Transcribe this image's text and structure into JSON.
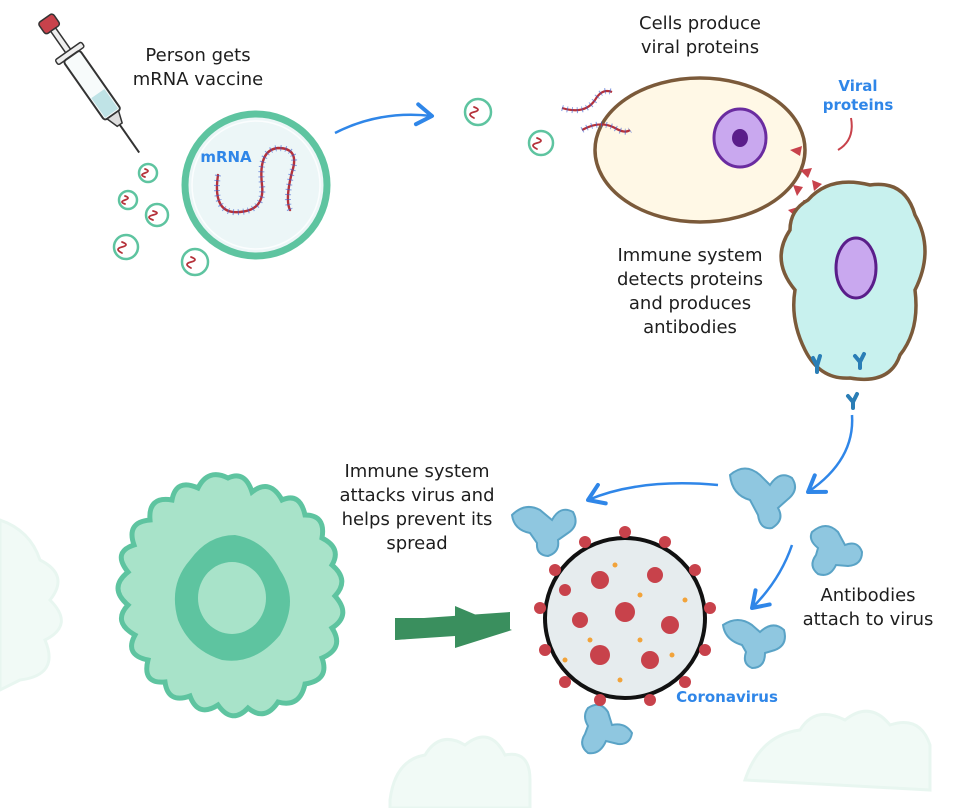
{
  "labels": {
    "step1": [
      "Person gets",
      "mRNA vaccine"
    ],
    "step2": [
      "Cells produce",
      "viral proteins"
    ],
    "step3": [
      "Immune system",
      "detects proteins",
      "and produces",
      "antibodies"
    ],
    "step4": [
      "Antibodies",
      "attach to virus"
    ],
    "step5": [
      "Immune system",
      "attacks virus and",
      "helps prevent its",
      "spread"
    ],
    "mrna": "mRNA",
    "viral_proteins": [
      "Viral",
      "proteins"
    ],
    "coronavirus": "Coronavirus"
  },
  "colors": {
    "text": "#1e1e1e",
    "accent_blue": "#2f86e8",
    "mrna_red": "#b5313a",
    "teal": "#5ec4a0",
    "cell_fill": "#fff8e6",
    "immune_cell_fill": "#c8f1ee",
    "nucleus": "#c9a8ef",
    "antibody": "#8fc7e0",
    "virus_body": "#e6ecee",
    "spike": "#c8424b"
  }
}
